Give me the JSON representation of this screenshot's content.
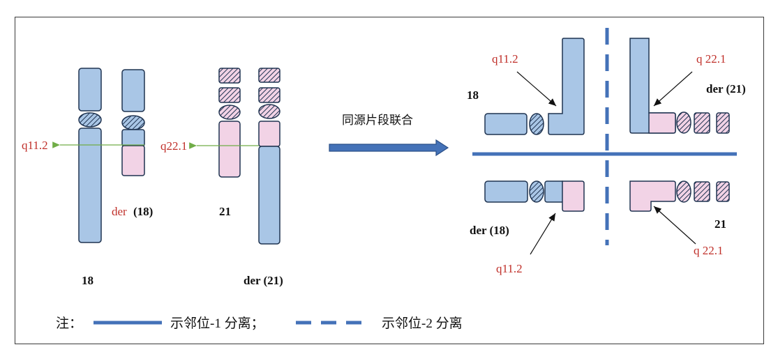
{
  "colors": {
    "chrom_blue": "#a9c6e6",
    "chrom_pink": "#f2d3e6",
    "outline": "#1f3350",
    "separator_blue": "#4472b8",
    "guide_green": "#70ad47",
    "label_red": "#c0302a"
  },
  "left_panel": {
    "chr18_label": "18",
    "der18_prefix": "der",
    "der18_suffix": "(18)",
    "chr21_label": "21",
    "der21_label": "der (21)",
    "breakpoint_18": "q11.2",
    "breakpoint_21": "q22.1"
  },
  "arrow_caption": "同源片段联合",
  "right_panel": {
    "tl_label": "18",
    "tl_breakpoint": "q11.2",
    "tr_label": "der (21)",
    "tr_breakpoint": "q 22.1",
    "bl_label": "der (18)",
    "bl_breakpoint": "q11.2",
    "br_label": "21",
    "br_breakpoint": "q 22.1"
  },
  "legend": {
    "note": "注：",
    "solid_text": "示邻位-1 分离；",
    "dashed_text": "示邻位-2 分离"
  }
}
